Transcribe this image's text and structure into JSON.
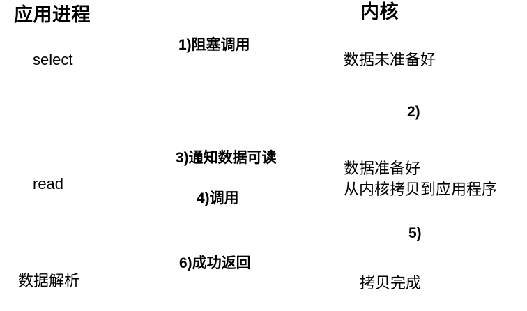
{
  "diagram": {
    "title_left": "应用进程",
    "title_right": "内核",
    "background_color": "#ffffff",
    "stroke_color": "#000000",
    "left_nodes": [
      {
        "label": "select"
      },
      {
        "label": "read"
      },
      {
        "label": "数据解析"
      }
    ],
    "right_nodes": [
      {
        "label": "数据未准备好"
      },
      {
        "label_line1": "数据准备好",
        "label_line2": "从内核拷贝到应用程序"
      },
      {
        "label": "拷贝完成"
      }
    ],
    "steps": [
      {
        "number": "1)",
        "label": "1)阻塞调用",
        "direction": "right"
      },
      {
        "number": "2)",
        "label": "2)",
        "direction": "down"
      },
      {
        "number": "3)",
        "label": "3)通知数据可读",
        "direction": "left"
      },
      {
        "number": "4)",
        "label": "4)调用",
        "direction": "right"
      },
      {
        "number": "5)",
        "label": "5)",
        "direction": "down"
      },
      {
        "number": "6)",
        "label": "6)成功返回",
        "direction": "left"
      }
    ]
  }
}
